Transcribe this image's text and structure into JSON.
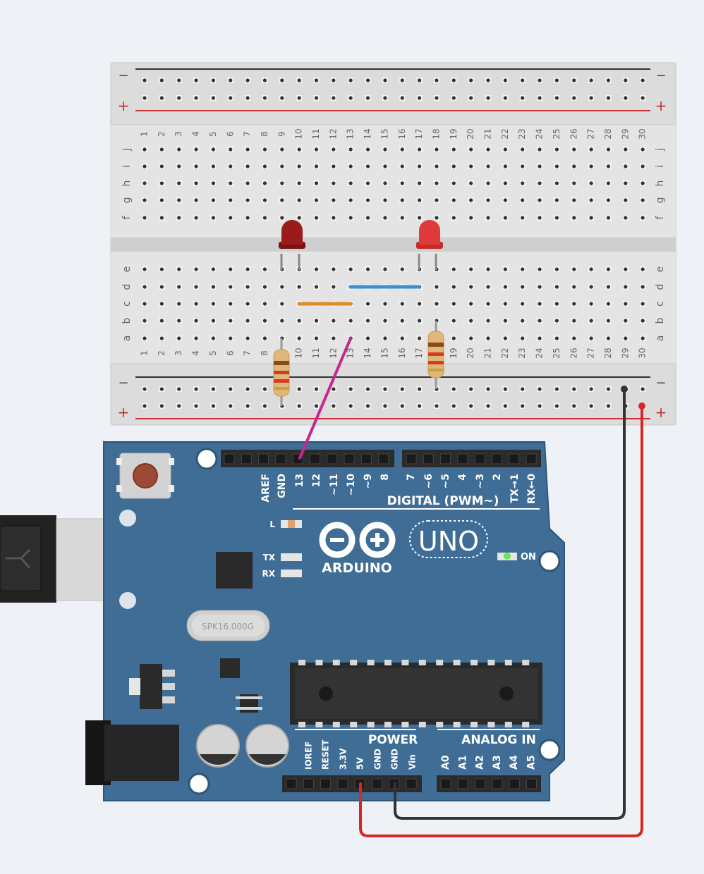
{
  "breadboard": {
    "rail_minus": "−",
    "rail_plus": "+",
    "row_letters_top": [
      "j",
      "i",
      "h",
      "g",
      "f"
    ],
    "row_letters_bottom": [
      "e",
      "d",
      "c",
      "b",
      "a"
    ],
    "columns": [
      "1",
      "2",
      "3",
      "4",
      "5",
      "6",
      "7",
      "8",
      "9",
      "10",
      "11",
      "12",
      "13",
      "14",
      "15",
      "16",
      "17",
      "18",
      "19",
      "20",
      "21",
      "22",
      "23",
      "24",
      "25",
      "26",
      "27",
      "28",
      "29",
      "30"
    ]
  },
  "arduino": {
    "brand": "ARDUINO",
    "model": "UNO",
    "crystal": "SPK16.000G",
    "digital_header_label": "DIGITAL (PWM~)",
    "digital_pins": [
      "AREF",
      "GND",
      "13",
      "12",
      "~11",
      "~10",
      "~9",
      "8",
      "7",
      "~6",
      "~5",
      "4",
      "~3",
      "2",
      "TX→1",
      "RX←0"
    ],
    "power_header_label": "POWER",
    "power_pins": [
      "IOREF",
      "RESET",
      "3.3V",
      "5V",
      "GND",
      "GND",
      "Vin"
    ],
    "analog_header_label": "ANALOG IN",
    "analog_pins": [
      "A0",
      "A1",
      "A2",
      "A3",
      "A4",
      "A5"
    ],
    "led_l": "L",
    "led_tx": "TX",
    "led_rx": "RX",
    "led_on": "ON"
  },
  "colors": {
    "board_blue": "#3f6d96",
    "board_edge": "#2e5676",
    "led_left": "#9b1b1b",
    "led_right": "#e03a3a",
    "wire_magenta": "#c4288f",
    "wire_orange": "#e08a2c",
    "wire_blue": "#3b8fd6",
    "wire_black": "#333333",
    "wire_red": "#d62828"
  }
}
